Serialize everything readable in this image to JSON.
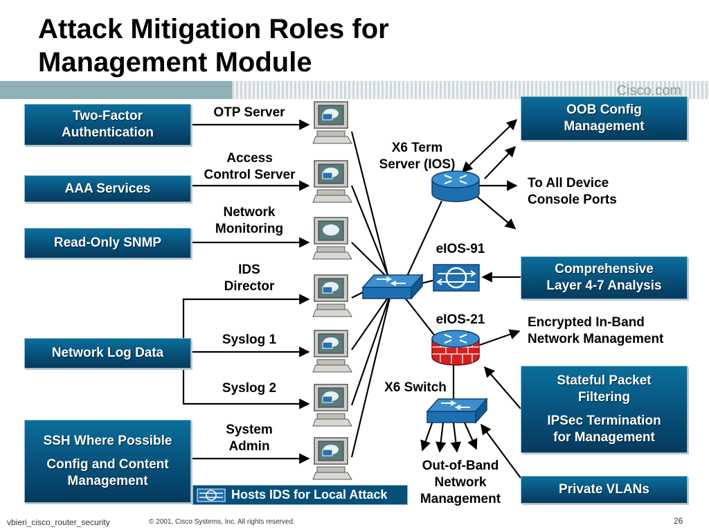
{
  "title": {
    "line1": "Attack Mitigation Roles for",
    "line2": "Management Module"
  },
  "brand": "Cisco.com",
  "left_boxes": {
    "two_factor": [
      "Two-Factor",
      "Authentication"
    ],
    "aaa": "AAA Services",
    "snmp": "Read-Only SNMP",
    "log_data": "Network Log Data",
    "ssh": "SSH Where Possible",
    "config": [
      "Config and Content",
      "Management"
    ]
  },
  "right_boxes": {
    "oob": [
      "OOB Config",
      "Management"
    ],
    "analysis": [
      "Comprehensive",
      "Layer 4-7 Analysis"
    ],
    "stateful": [
      "Stateful Packet",
      "Filtering"
    ],
    "ipsec": [
      "IPSec Termination",
      "for Management"
    ],
    "vlans": "Private VLANs"
  },
  "server_labels": {
    "otp": "OTP Server",
    "acs": [
      "Access",
      "Control Server"
    ],
    "monitoring": [
      "Network",
      "Monitoring"
    ],
    "ids": [
      "IDS",
      "Director"
    ],
    "syslog1": "Syslog 1",
    "syslog2": "Syslog 2",
    "admin": [
      "System",
      "Admin"
    ]
  },
  "device_labels": {
    "term_server": [
      "X6 Term",
      "Server (IOS)"
    ],
    "console": [
      "To All Device",
      "Console Ports"
    ],
    "eios91": "eIOS-91",
    "eios21": "eIOS-21",
    "inband": [
      "Encrypted In-Band",
      "Network Management"
    ],
    "x6switch": "X6 Switch",
    "oob_net": [
      "Out-of-Band",
      "Network",
      "Management"
    ]
  },
  "legend": "Hosts IDS for Local Attack",
  "footer": {
    "author": "vbieri_cisco_router_security",
    "copyright": "© 2001, Cisco Systems, Inc. All rights reserved.",
    "page": "26"
  },
  "icons": {
    "server": "server-icon",
    "router": "router-icon",
    "switch": "switch-icon",
    "ids": "ids-sensor-icon",
    "firewall": "firewall-router-icon"
  },
  "colors": {
    "box": "#07507a",
    "router": "#1e6fb0",
    "firewall": "#d42020",
    "band": "#8fb0b4"
  }
}
